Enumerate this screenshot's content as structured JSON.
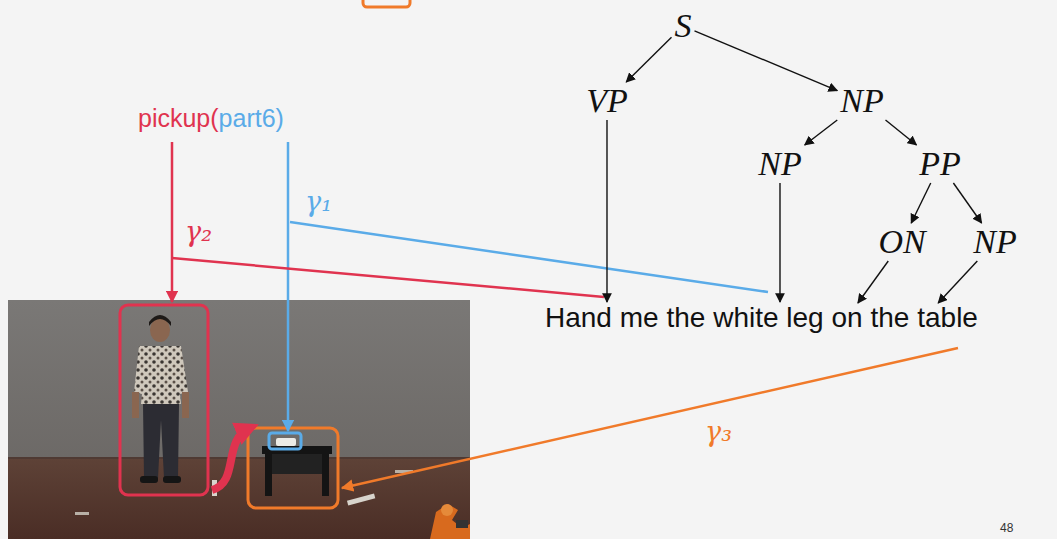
{
  "diagram": {
    "nodes": [
      {
        "text": [
          "S"
        ]
      },
      {
        "text": [
          "VP"
        ]
      },
      {
        "text": [
          "NP"
        ]
      },
      {
        "text": [
          "NP"
        ]
      },
      {
        "text": [
          "PP"
        ]
      },
      {
        "text": [
          "ON"
        ]
      },
      {
        "text": [
          "NP"
        ]
      },
      {
        "text": [
          "Hand me"
        ]
      },
      {
        "text": [
          "the white leg"
        ]
      },
      {
        "text": [
          "on"
        ]
      },
      {
        "text": [
          "the table"
        ]
      }
    ],
    "edges": [
      {
        "from": 0,
        "to": 1,
        "arrow": "to"
      },
      {
        "from": 0,
        "to": 2,
        "arrow": "to"
      },
      {
        "from": 2,
        "to": 3,
        "arrow": "to"
      },
      {
        "from": 2,
        "to": 4,
        "arrow": "to"
      },
      {
        "from": 4,
        "to": 5,
        "arrow": "to"
      },
      {
        "from": 4,
        "to": 6,
        "arrow": "to"
      },
      {
        "from": 1,
        "to": 7,
        "arrow": "to"
      },
      {
        "from": 3,
        "to": 8,
        "arrow": "to"
      },
      {
        "from": 5,
        "to": 9,
        "arrow": "to"
      },
      {
        "from": 6,
        "to": 10,
        "arrow": "to"
      }
    ],
    "labels": [
      "pickup(",
      "part6)",
      "γ₁",
      "γ₂",
      "γ₃",
      "48"
    ]
  }
}
